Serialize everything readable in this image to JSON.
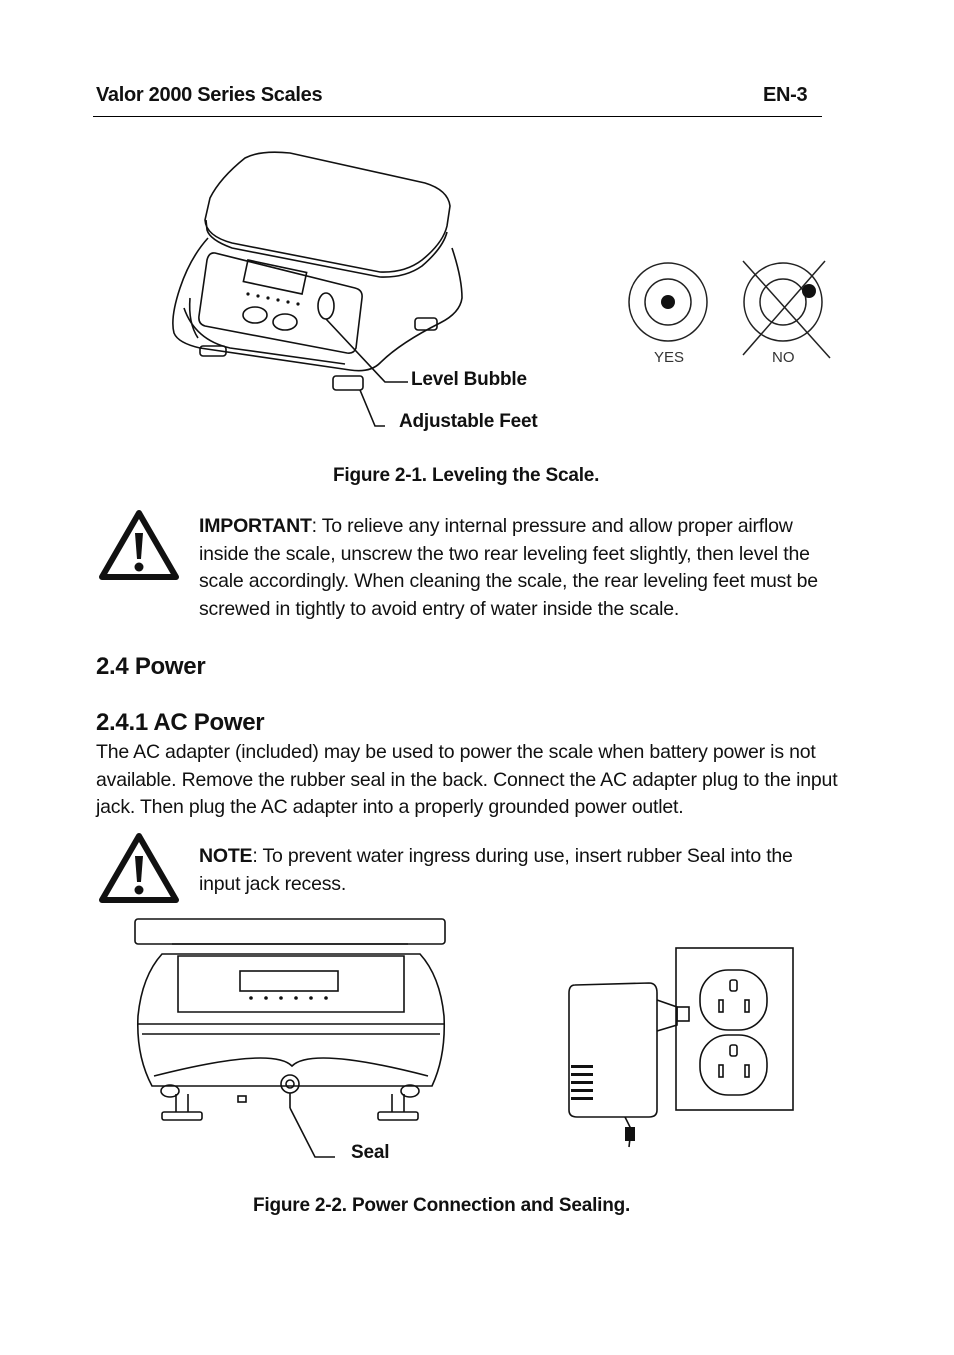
{
  "header": {
    "title": "Valor 2000 Series Scales",
    "page_number": "EN-3"
  },
  "figure1": {
    "labels": {
      "level_bubble": "Level Bubble",
      "adjustable_feet": "Adjustable Feet",
      "yes": "YES",
      "no": "NO"
    },
    "caption": "Figure 2-1. Leveling the Scale."
  },
  "important_note": {
    "label": "IMPORTANT",
    "text": ": To relieve any internal pressure and allow proper airflow inside the scale, unscrew the two rear leveling feet slightly, then level the scale accordingly. When cleaning the scale, the rear leveling feet must be screwed in tightly to avoid entry of water inside the scale."
  },
  "section_2_4": {
    "heading": "2.4 Power"
  },
  "section_2_4_1": {
    "heading": "2.4.1 AC Power",
    "body": "The AC adapter (included) may be used to power the scale when battery power is not available.  Remove the rubber seal in the back. Connect the AC adapter plug to the input jack. Then plug the AC adapter into a properly grounded power outlet."
  },
  "note": {
    "label": "NOTE",
    "text": ": To prevent water ingress during use, insert rubber Seal into the input jack recess."
  },
  "figure2": {
    "labels": {
      "seal": "Seal"
    },
    "caption": "Figure 2-2. Power Connection and Sealing."
  }
}
